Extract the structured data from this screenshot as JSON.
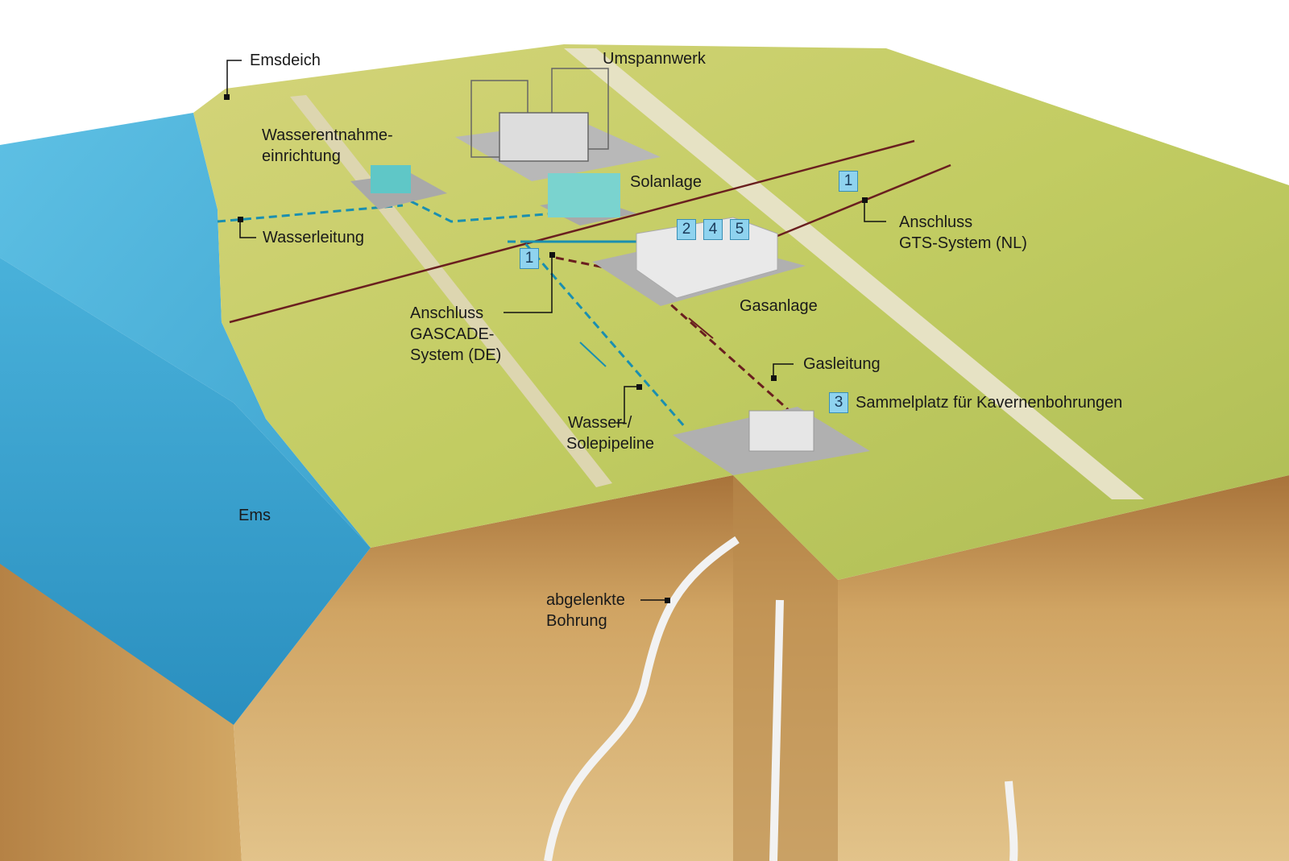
{
  "labels": {
    "emsdeich": "Emsdeich",
    "umspannwerk": "Umspannwerk",
    "wasserentnahme_1": "Wasserentnahme-",
    "wasserentnahme_2": "einrichtung",
    "solanlage": "Solanlage",
    "wasserleitung": "Wasserleitung",
    "anschluss_gts_1": "Anschluss",
    "anschluss_gts_2": "GTS-System (NL)",
    "anschluss_gascade_1": "Anschluss",
    "anschluss_gascade_2": "GASCADE-",
    "anschluss_gascade_3": "System (DE)",
    "gasanlage": "Gasanlage",
    "gasleitung": "Gasleitung",
    "sammelplatz": "Sammelplatz für Kavernenbohrungen",
    "wasser_sole_1": "Wasser-/",
    "wasser_sole_2": "Solepipeline",
    "ems": "Ems",
    "bohrung_1": "abgelenkte",
    "bohrung_2": "Bohrung"
  },
  "badges": {
    "gts": "1",
    "gas_2": "2",
    "gas_4": "4",
    "gas_5": "5",
    "gascade": "1",
    "sammelplatz": "3"
  },
  "colors": {
    "water": "#4fb3d9",
    "grass": "#c8cf6a",
    "soil": "#c89a55",
    "water_line": "#1a8fb0",
    "gas_line": "#6a1f1f",
    "badge": "#8fd3ef"
  }
}
